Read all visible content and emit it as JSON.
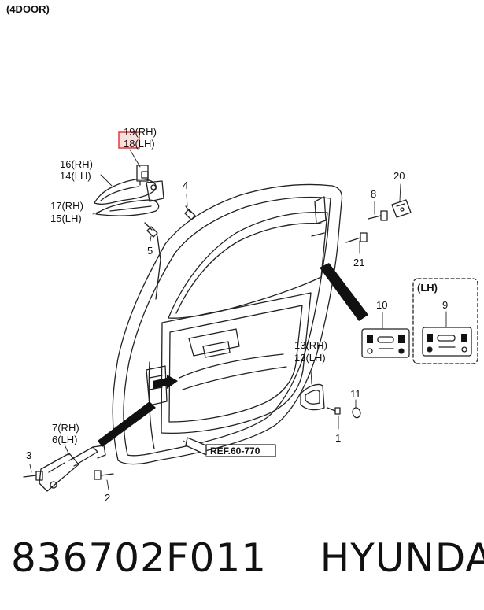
{
  "header": {
    "title": "(4DOOR)"
  },
  "footer": {
    "part_number": "836702F011",
    "brand": "HYUNDAI"
  },
  "reference": {
    "label": "REF.60-770"
  },
  "lh_box": {
    "label": "(LH)"
  },
  "callouts": {
    "c19": "19(RH)",
    "c18": "18(LH)",
    "c16": "16(RH)",
    "c14": "14(LH)",
    "c17": "17(RH)",
    "c15": "15(LH)",
    "c4": "4",
    "c5": "5",
    "c8": "8",
    "c20": "20",
    "c21": "21",
    "c10": "10",
    "c9": "9",
    "c13": "13(RH)",
    "c12": "12(LH)",
    "c11": "11",
    "c1": "1",
    "c7": "7(RH)",
    "c6": "6(LH)",
    "c3": "3",
    "c2": "2"
  },
  "colors": {
    "line": "#222222",
    "highlight": "#e53935",
    "highlight_fill": "#f8c9c9"
  }
}
